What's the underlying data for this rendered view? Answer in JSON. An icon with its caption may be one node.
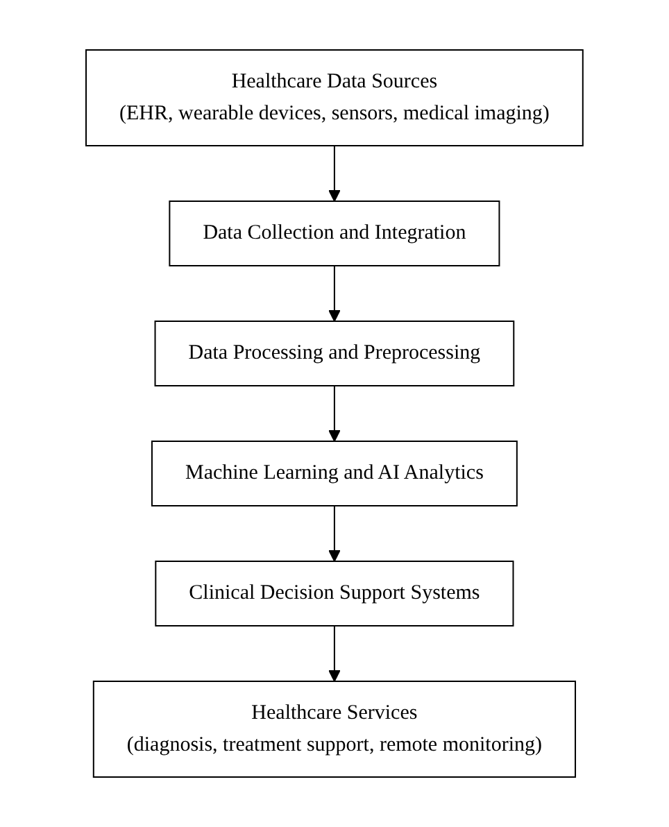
{
  "diagram": {
    "nodes": [
      {
        "text": [
          "Healthcare Data Sources",
          "(EHR, wearable devices, sensors, medical imaging)"
        ]
      },
      {
        "text": [
          "Data Collection and Integration"
        ]
      },
      {
        "text": [
          "Data Processing and Preprocessing"
        ]
      },
      {
        "text": [
          "Machine Learning and AI Analytics"
        ]
      },
      {
        "text": [
          "Clinical Decision Support Systems"
        ]
      },
      {
        "text": [
          "Healthcare Services",
          "(diagnosis, treatment support, remote monitoring)"
        ]
      }
    ],
    "edges": [
      {
        "from": 0,
        "to": 1,
        "arrow": "to"
      },
      {
        "from": 1,
        "to": 2,
        "arrow": "to"
      },
      {
        "from": 2,
        "to": 3,
        "arrow": "to"
      },
      {
        "from": 3,
        "to": 4,
        "arrow": "to"
      },
      {
        "from": 4,
        "to": 5,
        "arrow": "to"
      }
    ]
  }
}
